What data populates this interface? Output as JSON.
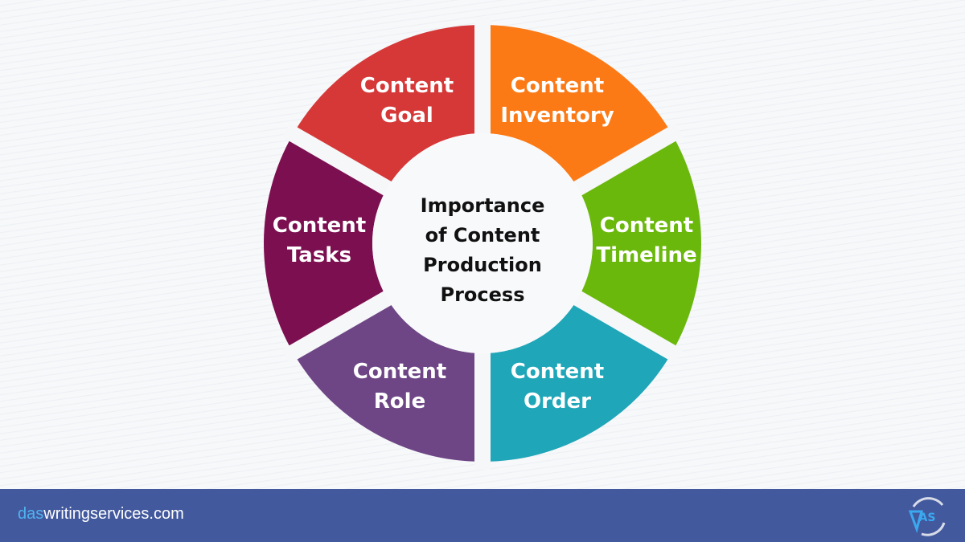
{
  "diagram": {
    "title_lines": [
      "Importance",
      "of Content",
      "Production",
      "Process"
    ],
    "segments": [
      {
        "line1": "Content",
        "line2": "Goal",
        "color": "#d63838"
      },
      {
        "line1": "Content",
        "line2": "Inventory",
        "color": "#fb7a16"
      },
      {
        "line1": "Content",
        "line2": "Timeline",
        "color": "#6bb80d"
      },
      {
        "line1": "Content",
        "line2": "Order",
        "color": "#1fa6b8"
      },
      {
        "line1": "Content",
        "line2": "Role",
        "color": "#6e4686"
      },
      {
        "line1": "Content",
        "line2": "Tasks",
        "color": "#7b0f50"
      }
    ]
  },
  "footer": {
    "site_highlight": "das",
    "site_rest": "writingservices.com",
    "logo_text": "DAS"
  }
}
